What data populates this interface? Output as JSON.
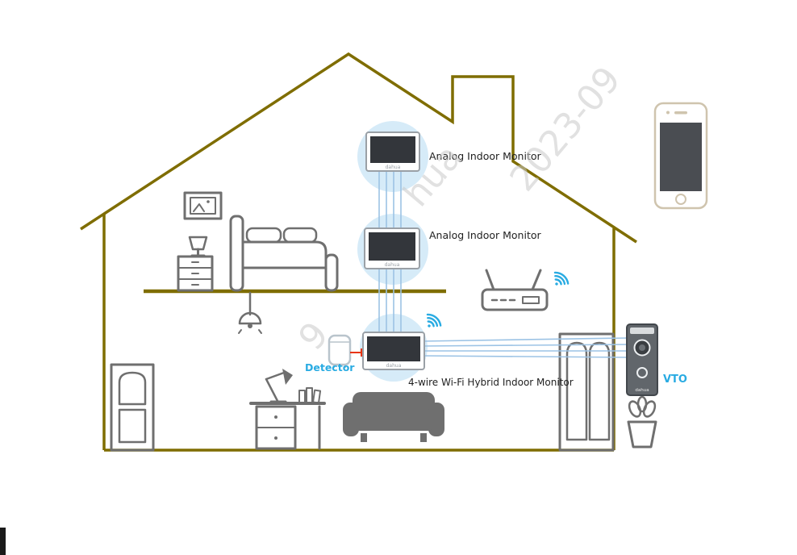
{
  "labels": {
    "monitor_top": "Analog Indoor Monitor",
    "monitor_mid": "Analog Indoor Monitor",
    "monitor_bottom": "4-wire Wi-Fi Hybrid Indoor Monitor",
    "detector": "Detector",
    "vto": "VTO"
  },
  "watermarks": {
    "w1": "2023-09",
    "w2": "hua",
    "w3": "9"
  },
  "devices": {
    "brand": "dahua"
  },
  "connections": [
    {
      "from": "Analog Indoor Monitor (top)",
      "to": "Analog Indoor Monitor (middle)",
      "type": "wired 4-line bundle"
    },
    {
      "from": "Analog Indoor Monitor (middle)",
      "to": "4-wire Wi-Fi Hybrid Indoor Monitor",
      "type": "wired 4-line bundle"
    },
    {
      "from": "4-wire Wi-Fi Hybrid Indoor Monitor",
      "to": "VTO",
      "type": "wired 4-line bundle"
    },
    {
      "from": "Detector",
      "to": "4-wire Wi-Fi Hybrid Indoor Monitor",
      "type": "wired (red)"
    },
    {
      "from": "4-wire Wi-Fi Hybrid Indoor Monitor",
      "to": "Router",
      "type": "wireless (Wi-Fi)"
    }
  ],
  "colors": {
    "house": "#7f6d00",
    "furniture": "#6f6f6f",
    "wire": "#9cc3e5",
    "accent": "#29abe2",
    "device_circle": "#d6ebf8",
    "screen": "#33363b",
    "detector_link": "#e8340c",
    "watermark": "#c9c9c9"
  }
}
